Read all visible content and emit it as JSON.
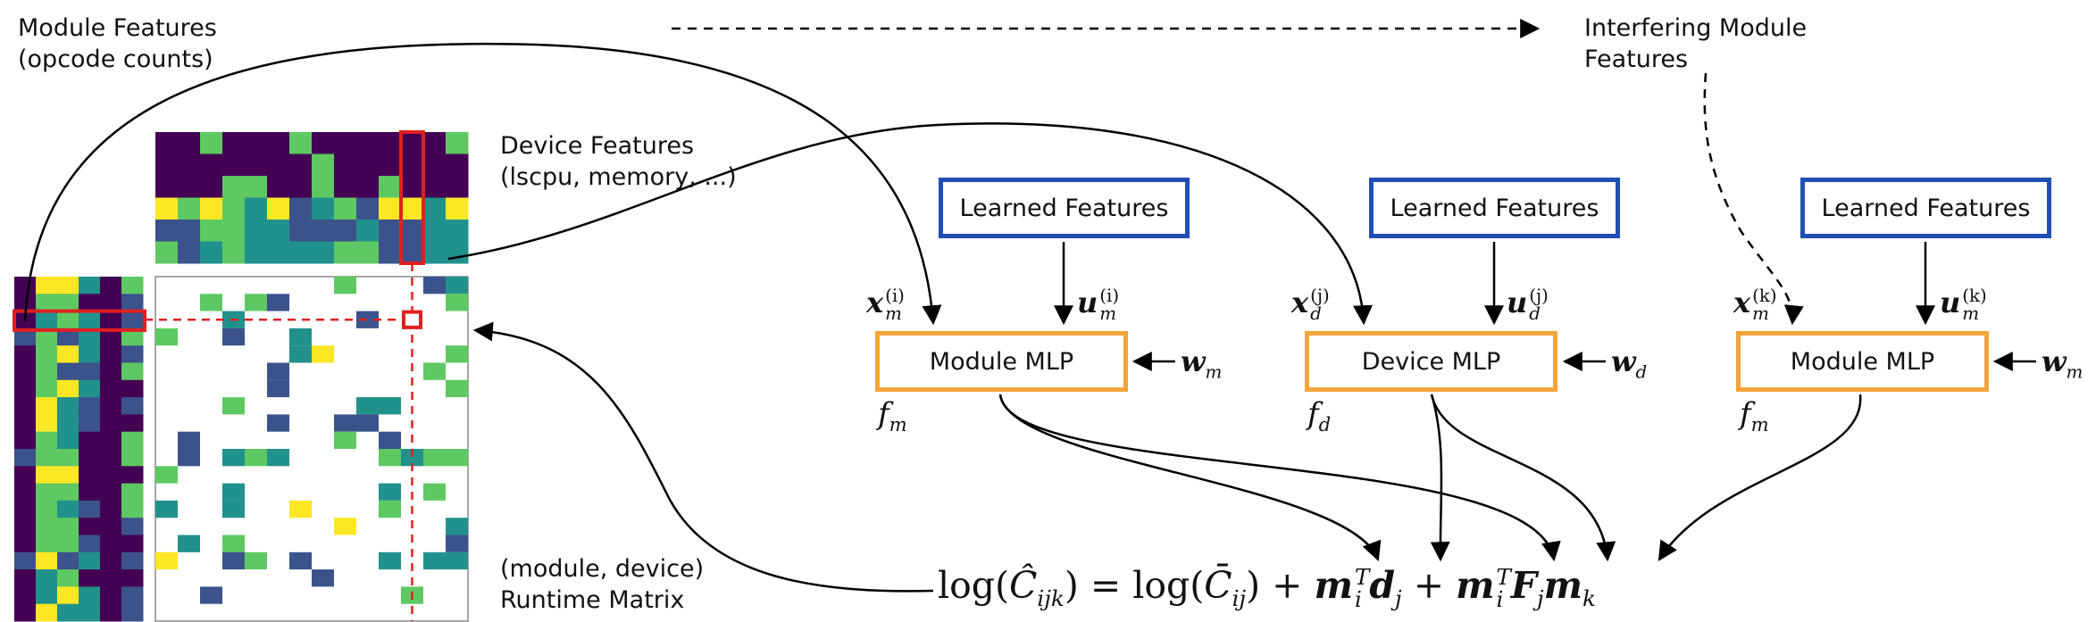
{
  "labels": {
    "module_features": [
      "Module Features",
      "(opcode counts)"
    ],
    "interfering_features": [
      "Interfering Module",
      "Features"
    ],
    "device_features": [
      "Device Features",
      "(lscpu, memory, ...)"
    ],
    "runtime_matrix": [
      "(module, device)",
      "Runtime Matrix"
    ]
  },
  "boxes": {
    "learned_1": "Learned Features",
    "learned_2": "Learned Features",
    "learned_3": "Learned Features",
    "module_mlp_1": "Module MLP",
    "device_mlp": "Device MLP",
    "module_mlp_2": "Module MLP"
  },
  "math": {
    "x": "x",
    "u": "u",
    "w": "w",
    "f": "f",
    "sub_m": "m",
    "sub_d": "d",
    "sup_i": "(i)",
    "sup_j": "(j)",
    "sup_k": "(k)",
    "equation": {
      "log1": "log(",
      "C": "Ĉ",
      "C_sub": "ijk",
      "eq": ") = log(",
      "Cbar": "C̄",
      "Cbar_sub": "ij",
      "plus1": ") + ",
      "m1": "m",
      "m1_sub": "i",
      "m1_sup": "T",
      "d": "d",
      "d_sub": "j",
      "plus2": " + ",
      "m2": "m",
      "m2_sub": "i",
      "m2_sup": "T",
      "F": "F",
      "F_sub": "j",
      "m3": "m",
      "m3_sub": "k"
    }
  },
  "colors": {
    "blue_box": "#1f4fb4",
    "orange_box": "#f3a53b",
    "highlight": "#e02020",
    "viridis": [
      "#440154",
      "#3b528b",
      "#21918c",
      "#5ec962",
      "#fde725"
    ]
  }
}
